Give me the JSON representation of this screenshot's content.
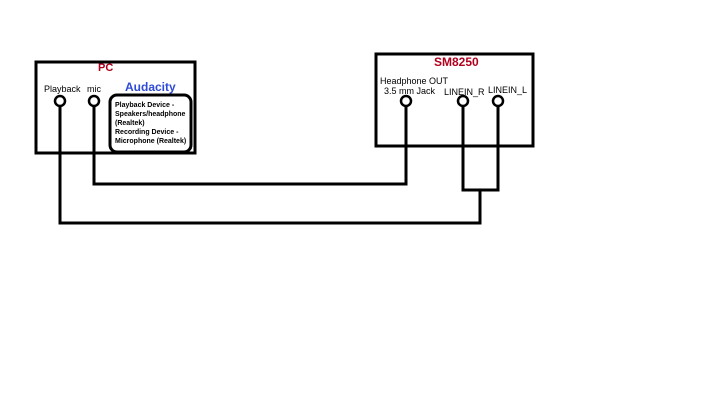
{
  "pc": {
    "title": "PC",
    "ports": {
      "playback": "Playback",
      "mic": "mic"
    },
    "audacity": {
      "title": "Audacity",
      "lines": [
        "Playback Device -",
        "Speakers/headphone",
        "(Realtek)",
        "Recording Device -",
        "Microphone (Realtek)"
      ]
    }
  },
  "sm8250": {
    "title": "SM8250",
    "ports": {
      "headphone_out": "Headphone OUT",
      "headphone_jack": "3.5 mm Jack",
      "linein_r": "LINEIN_R",
      "linein_l": "LINEIN_L"
    }
  },
  "colors": {
    "device_title": "#b0001e",
    "audacity_title": "#2f4bd6",
    "lines": "#000000"
  }
}
